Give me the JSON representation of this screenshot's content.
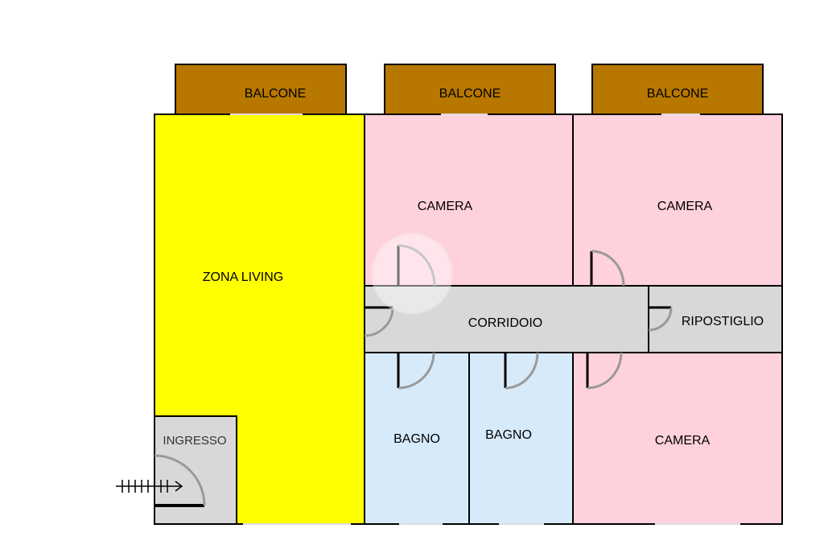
{
  "colors": {
    "balcony": "#B87800",
    "living": "#FFFF00",
    "bedroom": "#FFD1DC",
    "bathroom": "#D6EAFA",
    "service": "#D8D8D8",
    "wall": "#000000"
  },
  "rooms": {
    "balcone_1": "BALCONE",
    "balcone_2": "BALCONE",
    "balcone_3": "BALCONE",
    "zona_living": "ZONA LIVING",
    "camera_1": "CAMERA",
    "camera_2": "CAMERA",
    "camera_3": "CAMERA",
    "corridoio": "CORRIDOIO",
    "ripostiglio": "RIPOSTIGLIO",
    "bagno_1": "BAGNO",
    "bagno_2": "BAGNO",
    "ingresso": "INGRESSO"
  },
  "icons": {
    "entry_arrow": "entrance-arrow-icon",
    "door_swing": "door-swing-icon"
  }
}
